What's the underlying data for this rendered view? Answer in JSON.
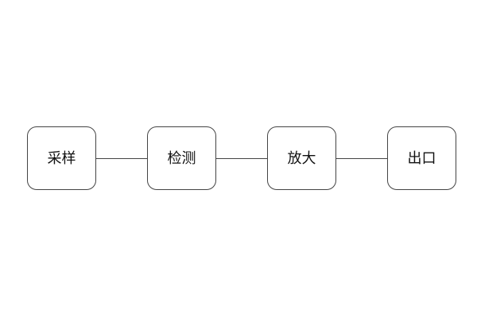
{
  "diagram": {
    "type": "flowchart",
    "direction": "left-to-right",
    "nodes": [
      {
        "id": "sampling",
        "label": "采样"
      },
      {
        "id": "detection",
        "label": "检测"
      },
      {
        "id": "amplification",
        "label": "放大"
      },
      {
        "id": "output",
        "label": "出口"
      }
    ],
    "connections": [
      {
        "from": "sampling",
        "to": "detection"
      },
      {
        "from": "detection",
        "to": "amplification"
      },
      {
        "from": "amplification",
        "to": "output"
      }
    ],
    "colors": {
      "background": "#ffffff",
      "node_fill": "#ffffff",
      "node_border": "#444444",
      "connector": "#444444",
      "text": "#111111"
    }
  }
}
